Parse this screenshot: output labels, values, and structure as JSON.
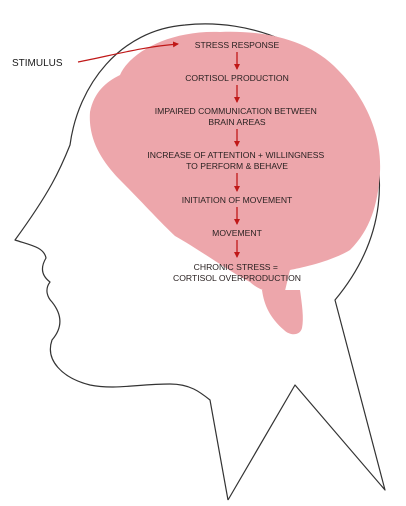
{
  "diagram": {
    "stimulus": "STIMULUS",
    "steps": [
      {
        "lines": [
          "STRESS RESPONSE"
        ]
      },
      {
        "lines": [
          "CORTISOL PRODUCTION"
        ]
      },
      {
        "lines": [
          "IMPAIRED COMMUNICATION BETWEEN",
          "BRAIN AREAS"
        ]
      },
      {
        "lines": [
          "INCREASE OF ATTENTION + WILLINGNESS",
          "TO PERFORM & BEHAVE"
        ]
      },
      {
        "lines": [
          "INITIATION OF MOVEMENT"
        ]
      },
      {
        "lines": [
          "MOVEMENT"
        ]
      },
      {
        "lines": [
          "CHRONIC STRESS =",
          "CORTISOL OVERPRODUCTION"
        ]
      }
    ],
    "colors": {
      "brain": "#eda6ab",
      "arrow": "#c01818",
      "outline": "#333333"
    }
  }
}
